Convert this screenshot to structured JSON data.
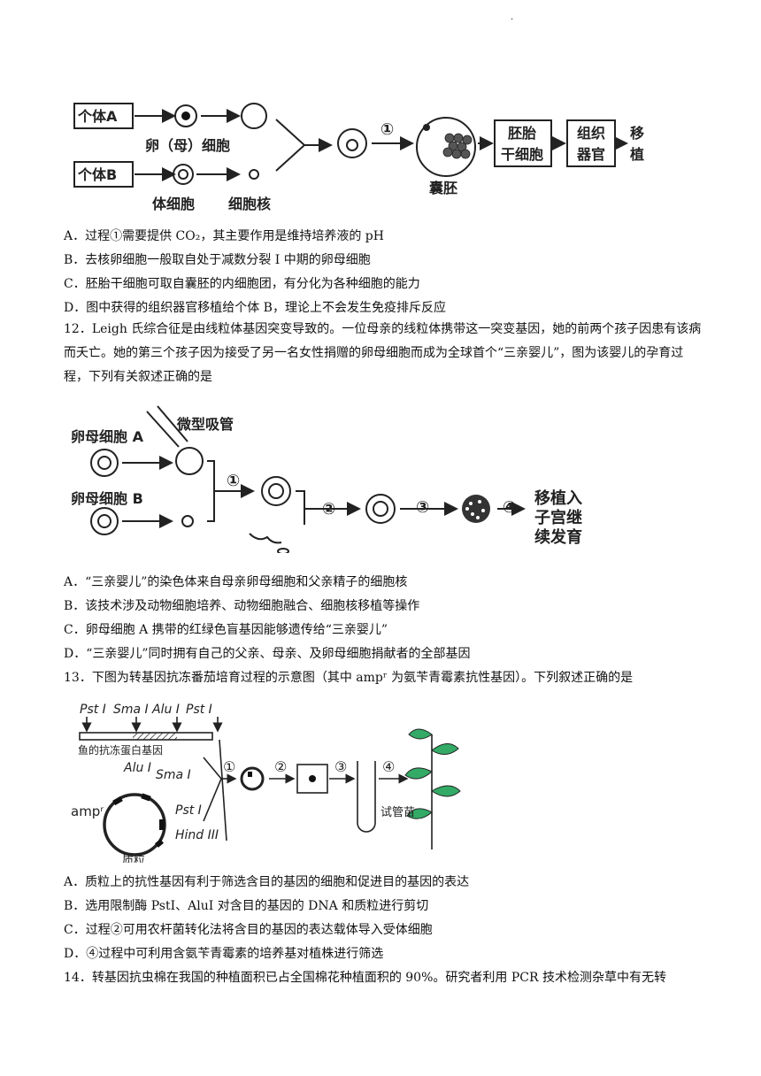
{
  "header_mark": ".",
  "fig1": {
    "individual_a": "个体A",
    "individual_b": "个体B",
    "egg_cell": "卵（母）细胞",
    "body_cell": "体细胞",
    "nucleus": "细胞核",
    "step1": "①",
    "blastocyst": "囊胚",
    "es_cell_line1": "胚胎",
    "es_cell_line2": "干细胞",
    "organ_line1": "组织",
    "organ_line2": "器官",
    "transplant_line1": "移",
    "transplant_line2": "植"
  },
  "q11_options": [
    "A．过程①需要提供 CO₂，其主要作用是维持培养液的 pH",
    "B．去核卵细胞一般取自处于减数分裂 I 中期的卵母细胞",
    "C．胚胎干细胞可取自囊胚的内细胞团，有分化为各种细胞的能力",
    "D．图中获得的组织器官移植给个体 B，理论上不会发生免疫排斥反应"
  ],
  "q12_stem": "12．Leigh 氏综合征是由线粒体基因突变导致的。一位母亲的线粒体携带这一突变基因，她的前两个孩子因患有该病而夭亡。她的第三个孩子因为接受了另一名女性捐赠的卵母细胞而成为全球首个“三亲婴儿”，图为该婴儿的孕育过程，下列有关叙述正确的是",
  "fig2": {
    "oocyte_a": "卵母细胞 A",
    "micropipette": "微型吸管",
    "oocyte_b": "卵母细胞 B",
    "step1": "①",
    "step2": "②",
    "step3": "③",
    "step4": "④",
    "result_line1": "移植入",
    "result_line2": "子宫继",
    "result_line3": "续发育"
  },
  "q12_options": [
    "A．“三亲婴儿”的染色体来自母亲卵母细胞和父亲精子的细胞核",
    "B．该技术涉及动物细胞培养、动物细胞融合、细胞核移植等操作",
    "C．卵母细胞 A 携带的红绿色盲基因能够遗传给“三亲婴儿”",
    "D．“三亲婴儿”同时拥有自己的父亲、母亲、及卵母细胞捐献者的全部基因"
  ],
  "q13_stem": "13．下图为转基因抗冻番茄培育过程的示意图（其中 ampʳ 为氨苄青霉素抗性基因）。下列叙述正确的是",
  "fig3": {
    "pst1": "Pst I",
    "sma1": "Sma I",
    "alu1": "Alu I",
    "pst1_b": "Pst I",
    "gene_label": "鱼的抗冻蛋白基因",
    "alu_p": "Alu I",
    "sma_p": "Sma I",
    "pst_p": "Pst I",
    "hind_p": "Hind III",
    "amp": "ampʳ",
    "plasmid": "质粒",
    "step1": "①",
    "step2": "②",
    "step3": "③",
    "step4": "④",
    "tube_seedling": "试管苗"
  },
  "q13_options": [
    "A．质粒上的抗性基因有利于筛选含目的基因的细胞和促进目的基因的表达",
    "B．选用限制酶 PstI、AluI 对含目的基因的 DNA 和质粒进行剪切",
    "C．过程②可用农杆菌转化法将含目的基因的表达载体导入受体细胞",
    "D．④过程中可利用含氨苄青霉素的培养基对植株进行筛选"
  ],
  "q14_stem": "14．转基因抗虫棉在我国的种植面积已占全国棉花种植面积的 90%。研究者利用 PCR 技术检测杂草中有无转"
}
